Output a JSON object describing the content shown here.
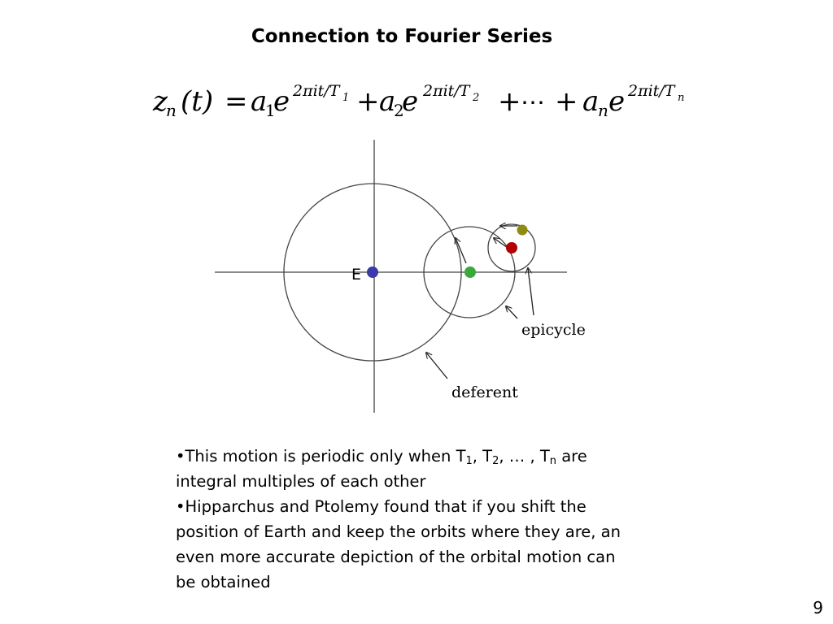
{
  "slide": {
    "title": "Connection to Fourier Series",
    "page_number": "9"
  },
  "equation": {
    "lhs_var": "z",
    "lhs_sub": "n",
    "lhs_arg": "(t)",
    "equals": "=",
    "terms": [
      {
        "coef": "a",
        "coef_sub": "1",
        "base": "e",
        "exp": "2πit/T",
        "exp_sub": "1"
      },
      {
        "coef": "a",
        "coef_sub": "2",
        "base": "e",
        "exp": "2πit/T",
        "exp_sub": "2"
      },
      {
        "coef": "a",
        "coef_sub": "n",
        "base": "e",
        "exp": "2πit/T",
        "exp_sub": "n"
      }
    ],
    "plus": "+",
    "ellipsis": "⋯"
  },
  "diagram": {
    "earth_label": "E",
    "epicycle_label": "epicycle",
    "deferent_label": "deferent",
    "colors": {
      "earth": "#3a3aa8",
      "deferent_point": "#3aa83a",
      "epicycle_point": "#b00000",
      "planet": "#8f8a10",
      "line": "#333333"
    }
  },
  "bullets": [
    {
      "marker": "•",
      "text_before": "This motion is periodic only when T",
      "sub1": "1",
      "mid1": ", T",
      "sub2": "2",
      "mid2": ", … , T",
      "sub3": "n",
      "text_after": " are integral multiples of each other"
    },
    {
      "marker": "•",
      "text": "Hipparchus and Ptolemy found that if you shift the position of Earth and keep the orbits where they are, an even more accurate depiction of the orbital motion can be obtained"
    }
  ]
}
